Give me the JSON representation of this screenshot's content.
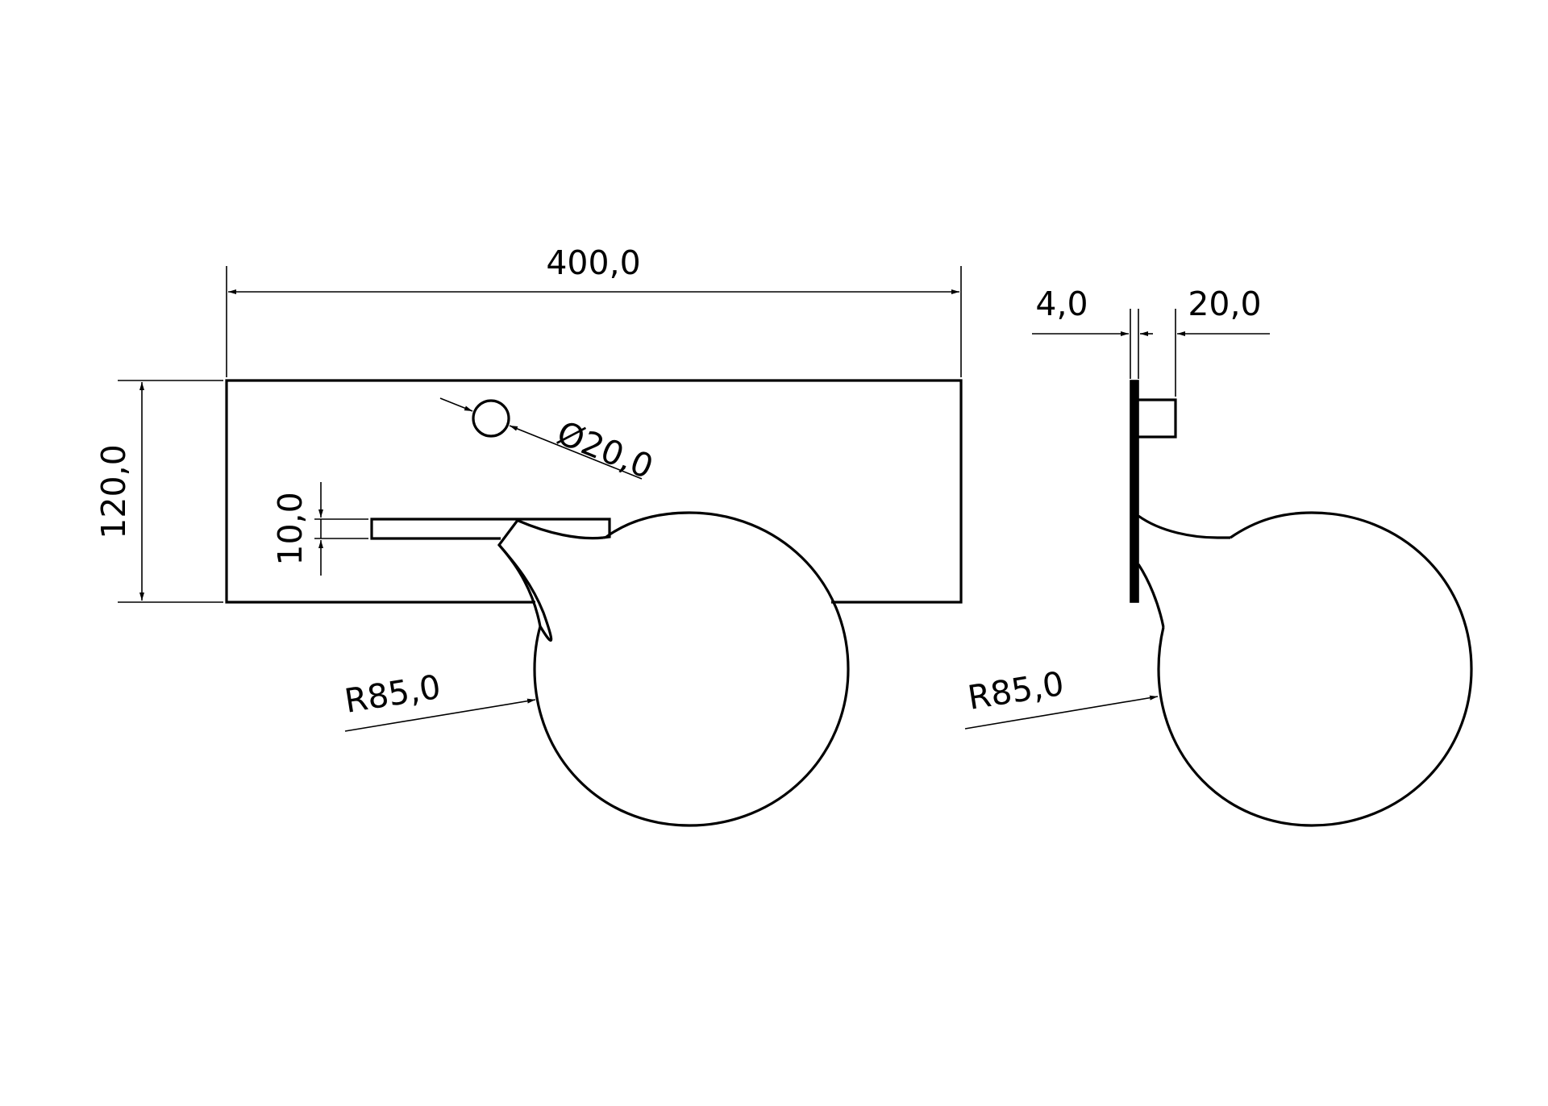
{
  "front_view": {
    "width_label": "400,0",
    "height_label": "120,0",
    "slot_label": "10,0",
    "hole_label": "Ø20,0",
    "radius_label": "R85,0"
  },
  "side_view": {
    "thickness_label": "4,0",
    "depth_label": "20,0",
    "radius_label": "R85,0"
  },
  "colors": {
    "line": "#000000",
    "background": "#ffffff"
  }
}
